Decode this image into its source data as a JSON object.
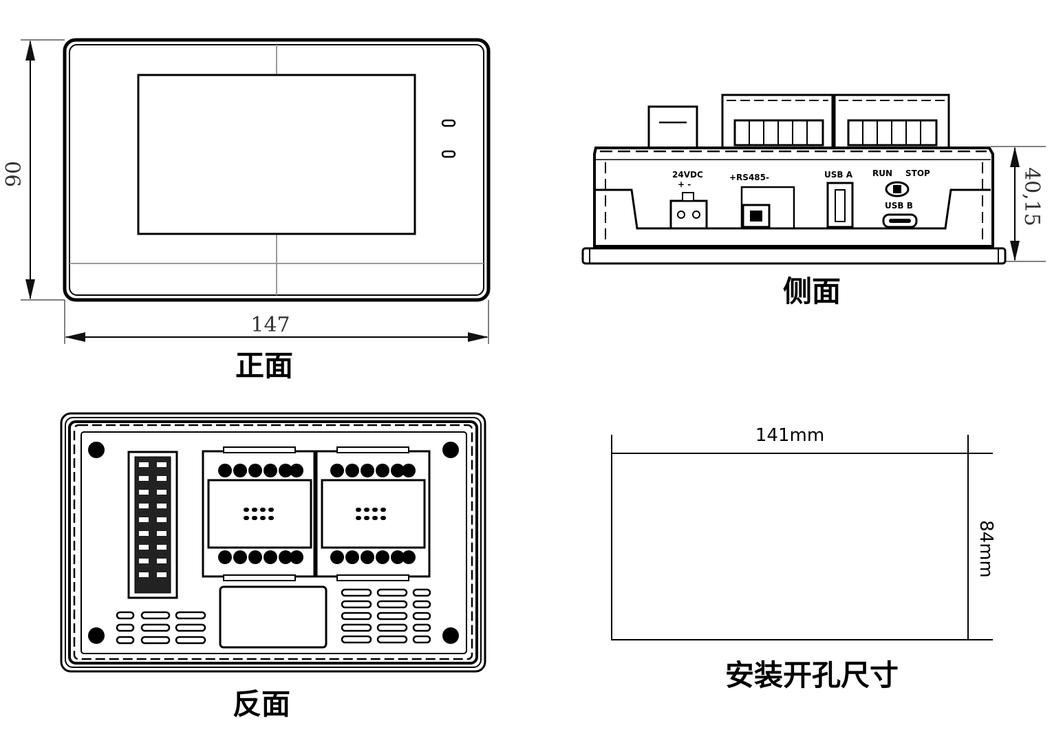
{
  "front": {
    "caption": "正面",
    "width_dim": "147",
    "height_dim": "90"
  },
  "side": {
    "caption": "侧面",
    "depth_dim": "40,15",
    "labels": {
      "power": "24VDC",
      "power_polarity": "+ -",
      "serial": "+RS485-",
      "usb_a": "USB A",
      "run": "RUN",
      "stop": "STOP",
      "usb_b": "USB B"
    }
  },
  "back": {
    "caption": "反面"
  },
  "cutout": {
    "caption": "安装开孔尺寸",
    "width_dim": "141mm",
    "height_dim": "84mm"
  },
  "colors": {
    "line": "#000000",
    "guide": "#9a9a9a",
    "arrow": "#111111"
  }
}
